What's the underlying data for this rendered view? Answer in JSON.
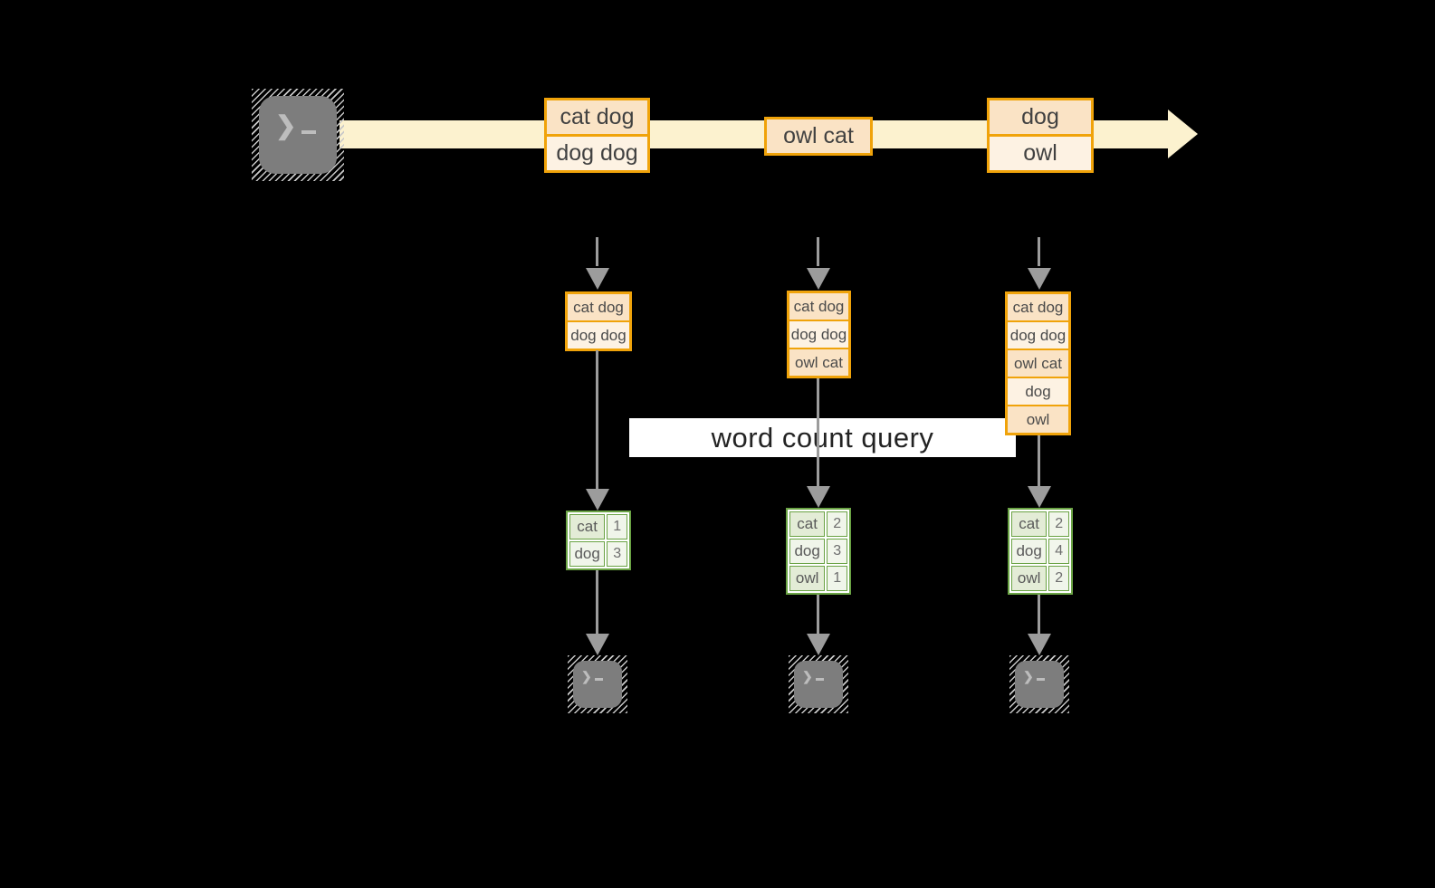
{
  "query_label": "word count query",
  "stream": {
    "batches": [
      {
        "items": [
          "cat dog",
          "dog dog"
        ]
      },
      {
        "items": [
          "owl cat"
        ]
      },
      {
        "items": [
          "dog",
          "owl"
        ]
      }
    ]
  },
  "columns": [
    {
      "state": [
        "cat dog",
        "dog dog"
      ],
      "counts": [
        {
          "word": "cat",
          "count": "1"
        },
        {
          "word": "dog",
          "count": "3"
        }
      ]
    },
    {
      "state": [
        "cat dog",
        "dog dog",
        "owl cat"
      ],
      "counts": [
        {
          "word": "cat",
          "count": "2"
        },
        {
          "word": "dog",
          "count": "3"
        },
        {
          "word": "owl",
          "count": "1"
        }
      ]
    },
    {
      "state": [
        "cat dog",
        "dog dog",
        "owl cat",
        "dog",
        "owl"
      ],
      "counts": [
        {
          "word": "cat",
          "count": "2"
        },
        {
          "word": "dog",
          "count": "4"
        },
        {
          "word": "owl",
          "count": "2"
        }
      ]
    }
  ],
  "icons": {
    "terminal_prompt": "❯"
  },
  "colors": {
    "accent_gold": "#F0A30A",
    "fill_peach": "#FAE3C5",
    "fill_cream": "#FDF2E3",
    "stream_band": "#FCF2CF",
    "accent_green": "#6AA344",
    "green_fill_dark": "#E3ECD6",
    "green_fill_light": "#F0F5EA",
    "arrow_gray": "#9C9C9C",
    "terminal_gray": "#7D7D7D"
  }
}
